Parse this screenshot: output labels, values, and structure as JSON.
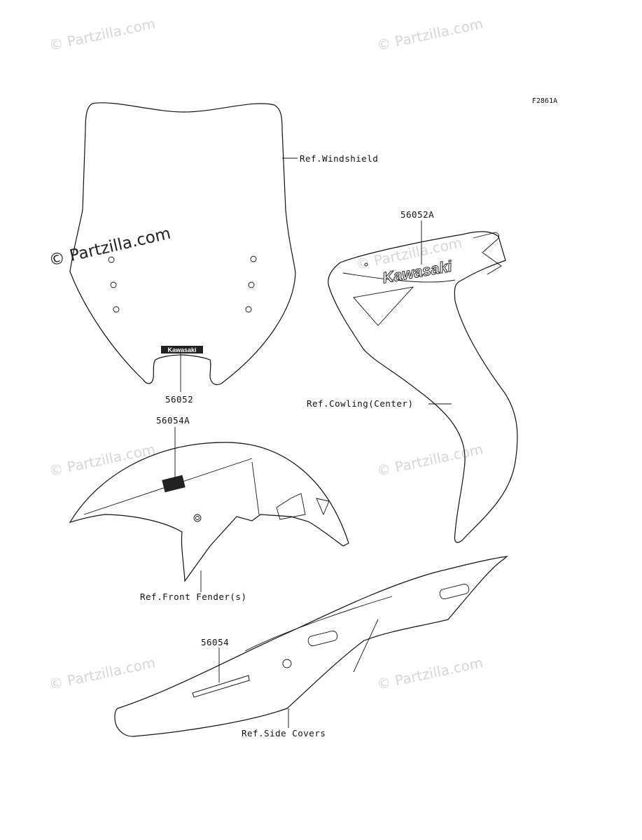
{
  "figure_code": "F2861A",
  "watermarks": {
    "faint": "© Partzilla.com",
    "strong": "© Partzilla.com"
  },
  "callouts": {
    "windshield_ref": "Ref.Windshield",
    "windshield_decal": "56052",
    "cowling_decal": "56052A",
    "cowling_ref": "Ref.Cowling(Center)",
    "fender_decal": "56054A",
    "fender_ref": "Ref.Front Fender(s)",
    "side_decal": "56054",
    "side_ref": "Ref.Side Covers"
  },
  "decal_text": {
    "windshield": "Kawasaki",
    "cowling": "Kawasaki"
  }
}
